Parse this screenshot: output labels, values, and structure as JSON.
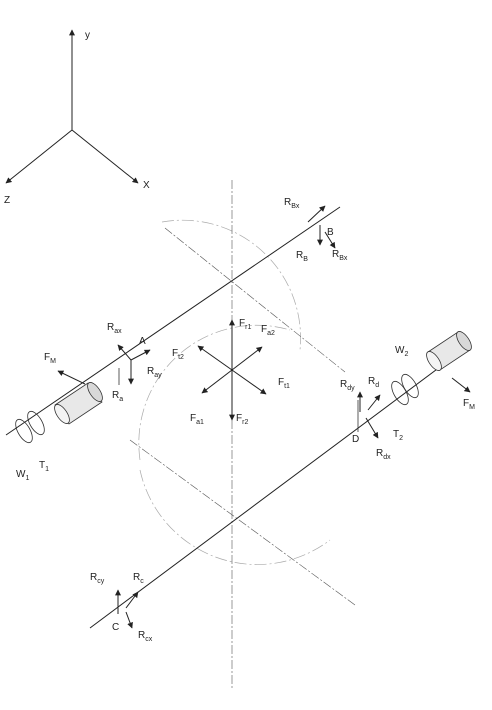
{
  "axes": {
    "y": "y",
    "x": "X",
    "z": "Z"
  },
  "labels": {
    "Rbx_top": {
      "main": "R",
      "sub": "Bx"
    },
    "B": "B",
    "RB": {
      "main": "R",
      "sub": "B"
    },
    "Rbx_bot": {
      "main": "R",
      "sub": "Bx"
    },
    "Rax": {
      "main": "R",
      "sub": "ax"
    },
    "A": "A",
    "Ray": {
      "main": "R",
      "sub": "ay"
    },
    "Ra": {
      "main": "R",
      "sub": "a"
    },
    "FM_left": {
      "main": "F",
      "sub": "M"
    },
    "FM_right": {
      "main": "F",
      "sub": "M"
    },
    "Fr1": {
      "main": "F",
      "sub": "r1"
    },
    "Fa2": {
      "main": "F",
      "sub": "a2"
    },
    "Ft2": {
      "main": "F",
      "sub": "t2"
    },
    "Ft1": {
      "main": "F",
      "sub": "t1"
    },
    "Fa1": {
      "main": "F",
      "sub": "a1"
    },
    "Fr2": {
      "main": "F",
      "sub": "r2"
    },
    "W1": {
      "main": "W",
      "sub": "1"
    },
    "T1": {
      "main": "T",
      "sub": "1"
    },
    "W2": {
      "main": "W",
      "sub": "2"
    },
    "T2": {
      "main": "T",
      "sub": "2"
    },
    "Rdy": {
      "main": "R",
      "sub": "dy"
    },
    "Rd": {
      "main": "R",
      "sub": "d"
    },
    "D": "D",
    "Rdx": {
      "main": "R",
      "sub": "dx"
    },
    "Rcy": {
      "main": "R",
      "sub": "cy"
    },
    "Rc": {
      "main": "R",
      "sub": "c"
    },
    "C": "C",
    "Rcx": {
      "main": "R",
      "sub": "cx"
    }
  }
}
